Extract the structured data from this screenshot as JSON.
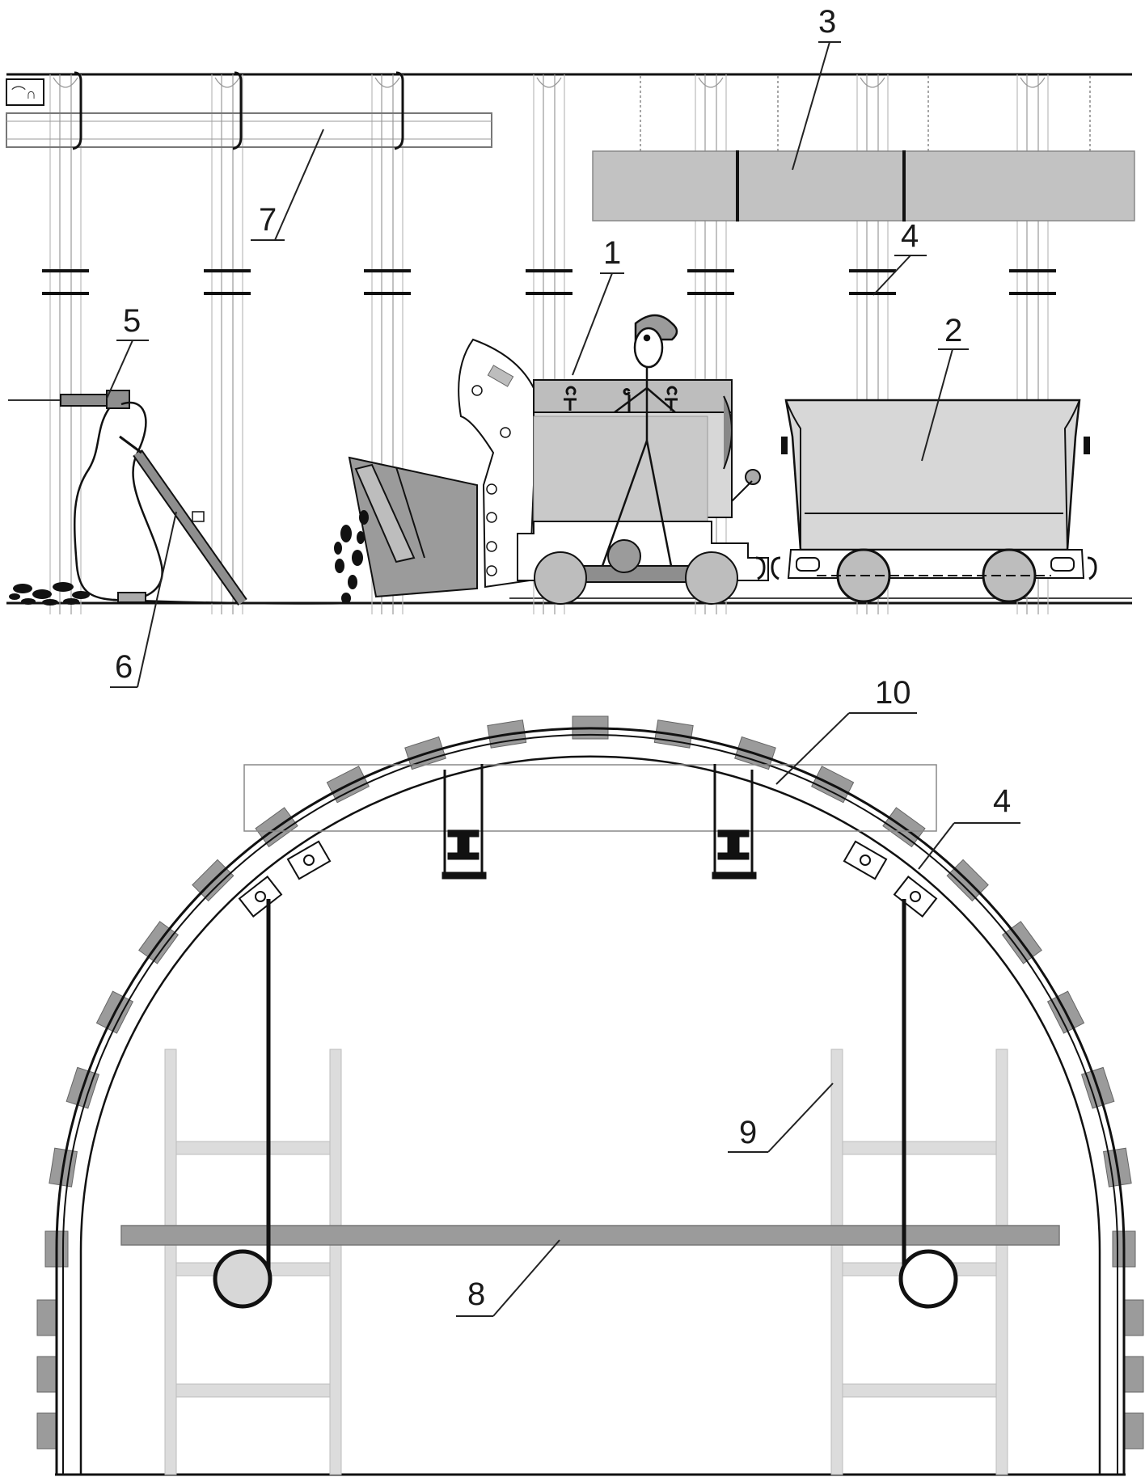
{
  "labels": {
    "l1": "1",
    "l2": "2",
    "l3": "3",
    "l4a": "4",
    "l4b": "4",
    "l5": "5",
    "l6": "6",
    "l7": "7",
    "l8": "8",
    "l9": "9",
    "l10": "10"
  },
  "colors": {
    "line": "#111111",
    "light_gray": "#d7d7d7",
    "mid_gray": "#bdbdbd",
    "dark_gray": "#8e8e8e",
    "ladder": "#dcdcdc",
    "pipe": "#9b9b9b"
  }
}
